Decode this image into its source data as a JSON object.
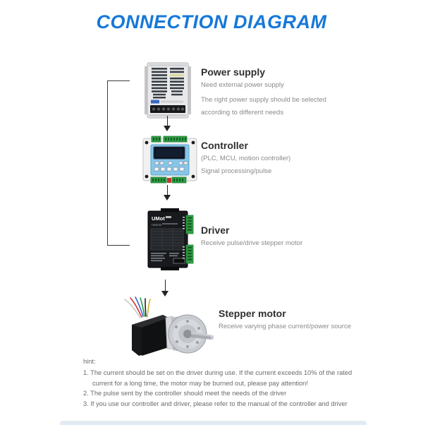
{
  "page": {
    "title": "CONNECTION DIAGRAM",
    "accent_color": "#1778d8"
  },
  "sections": {
    "power_supply": {
      "heading": "Power supply",
      "line1": "Need external power supply",
      "line2": "The right power supply should be selected according to different needs"
    },
    "controller": {
      "heading": "Controller",
      "line1": "(PLC, MCU, motion controller)",
      "line2": "Signal processing/pulse"
    },
    "driver": {
      "heading": "Driver",
      "line1": "Receive pulse/drive stepper motor",
      "label_brand": "UMot",
      "label_model": "UM242"
    },
    "stepper_motor": {
      "heading": "Stepper motor",
      "line1": "Receive varying phase current/power source"
    }
  },
  "hint": {
    "title": "hint:",
    "items": [
      "1. The current should be set on the driver during use. If the current exceeds 10% of the rated current for a long time, the motor may be burned out, please pay attention!",
      "2. The pulse sent by the controller should meet the needs of the driver",
      "3. If you use our controller and driver, please refer to the manual of the controller and driver"
    ]
  },
  "icons": {
    "arrow_down": "down-arrow",
    "connector": "power-to-driver-line"
  }
}
